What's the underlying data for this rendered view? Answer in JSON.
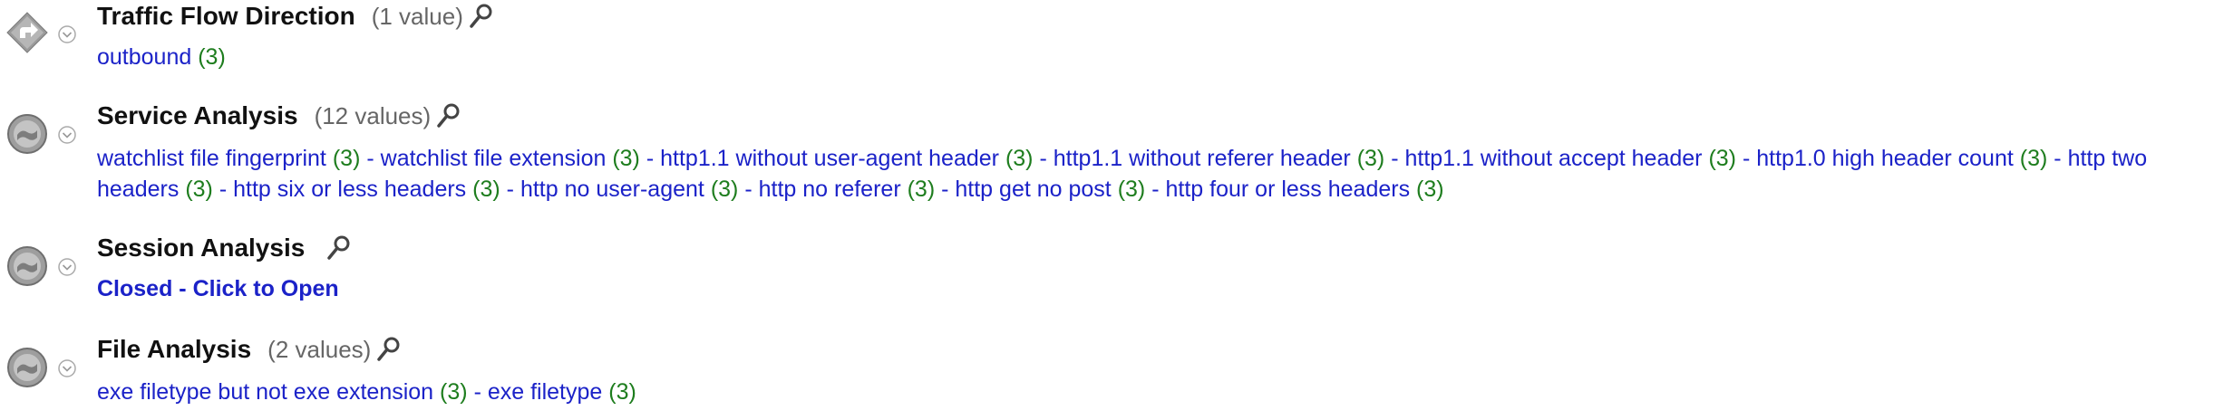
{
  "sections": [
    {
      "title": "Traffic Flow Direction",
      "count": "(1 value)",
      "icon": "direction-sign-icon",
      "values": [
        {
          "label": "outbound",
          "count": "(3)"
        }
      ]
    },
    {
      "title": "Service Analysis",
      "count": "(12 values)",
      "icon": "analysis-disc-icon",
      "values": [
        {
          "label": "watchlist file fingerprint",
          "count": "(3)"
        },
        {
          "label": "watchlist file extension",
          "count": "(3)"
        },
        {
          "label": "http1.1 without user-agent header",
          "count": "(3)"
        },
        {
          "label": "http1.1 without referer header",
          "count": "(3)"
        },
        {
          "label": "http1.1 without accept header",
          "count": "(3)"
        },
        {
          "label": "http1.0 high header count",
          "count": "(3)"
        },
        {
          "label": "http two headers",
          "count": "(3)"
        },
        {
          "label": "http six or less headers",
          "count": "(3)"
        },
        {
          "label": "http no user-agent",
          "count": "(3)"
        },
        {
          "label": "http no referer",
          "count": "(3)"
        },
        {
          "label": "http get no post",
          "count": "(3)"
        },
        {
          "label": "http four or less headers",
          "count": "(3)"
        }
      ]
    },
    {
      "title": "Session Analysis",
      "count": "",
      "icon": "analysis-disc-icon",
      "closed_text": "Closed - Click to Open"
    },
    {
      "title": "File Analysis",
      "count": "(2 values)",
      "icon": "analysis-disc-icon",
      "values": [
        {
          "label": "exe filetype but not exe extension",
          "count": "(3)"
        },
        {
          "label": "exe filetype",
          "count": "(3)"
        }
      ]
    }
  ],
  "separator": "-",
  "colors": {
    "value_link": "#1b22c8",
    "count": "#1e7d1e",
    "title": "#111111",
    "muted": "#666666"
  }
}
